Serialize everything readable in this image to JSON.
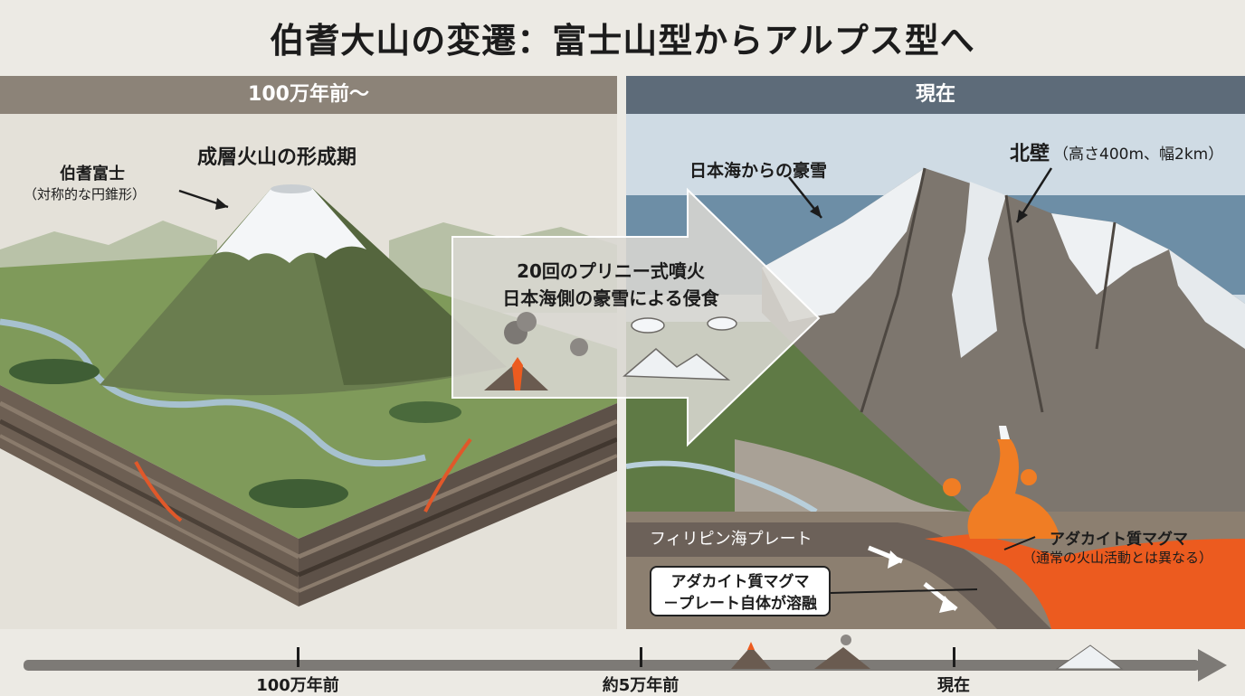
{
  "title": "伯耆大山の変遷：富士山型からアルプス型へ",
  "left_panel": {
    "header": "100万年前〜",
    "heading": "成層火山の形成期",
    "label_name": "伯耆富士",
    "label_desc": "（対称的な円錐形）"
  },
  "right_panel": {
    "header": "現在",
    "snow_label": "日本海からの豪雪",
    "north_wall": "北壁",
    "north_wall_size": "（高さ400m、幅2km）",
    "plate_label": "フィリピン海プレート",
    "magma_label": "アダカイト質マグマ",
    "magma_note": "（通常の火山活動とは異なる）",
    "callout_line1": "アダカイト質マグマ",
    "callout_line2": "－プレート自体が溶融"
  },
  "transition": {
    "line1": "20回のプリニー式噴火",
    "line2": "日本海側の豪雪による侵食"
  },
  "timeline": {
    "ticks": [
      "100万年前",
      "約5万年前",
      "現在"
    ]
  },
  "colors": {
    "left_header": "#8c8378",
    "right_header": "#5d6b79",
    "magma": "#f0621e",
    "snow": "#f4f6f8"
  }
}
